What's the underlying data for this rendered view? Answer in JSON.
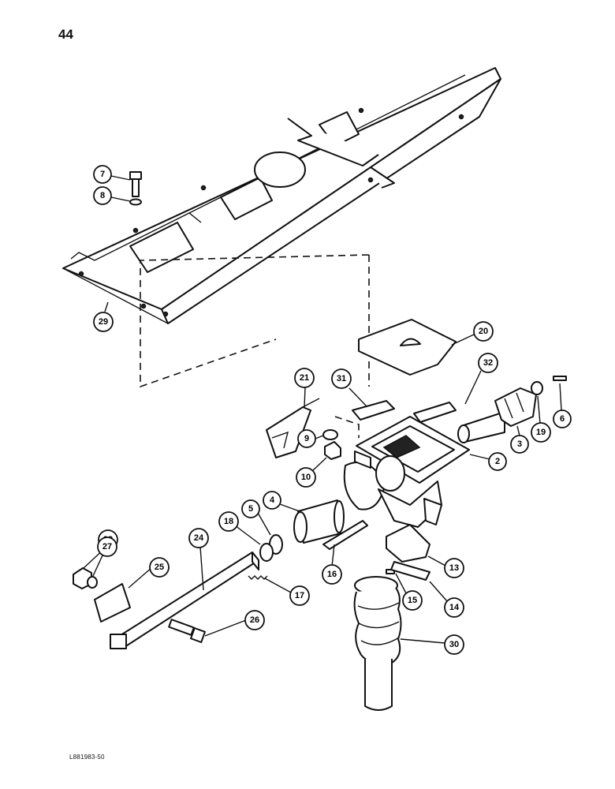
{
  "page": {
    "number": "44",
    "figure_code": "L881983-50"
  },
  "callouts": [
    {
      "id": "c7",
      "text": "7"
    },
    {
      "id": "c8",
      "text": "8"
    },
    {
      "id": "c29",
      "text": "29"
    },
    {
      "id": "c20",
      "text": "20"
    },
    {
      "id": "c21",
      "text": "21"
    },
    {
      "id": "c31",
      "text": "31"
    },
    {
      "id": "c32",
      "text": "32"
    },
    {
      "id": "c6",
      "text": "6"
    },
    {
      "id": "c19",
      "text": "19"
    },
    {
      "id": "c3",
      "text": "3"
    },
    {
      "id": "c2",
      "text": "2"
    },
    {
      "id": "c9",
      "text": "9"
    },
    {
      "id": "c10",
      "text": "10"
    },
    {
      "id": "c4",
      "text": "4"
    },
    {
      "id": "c5",
      "text": "5"
    },
    {
      "id": "c18",
      "text": "18"
    },
    {
      "id": "c24",
      "text": "24"
    },
    {
      "id": "c28",
      "text": "28"
    },
    {
      "id": "c27",
      "text": "27"
    },
    {
      "id": "c25",
      "text": "25"
    },
    {
      "id": "c16",
      "text": "16"
    },
    {
      "id": "c17",
      "text": "17"
    },
    {
      "id": "c13",
      "text": "13"
    },
    {
      "id": "c15",
      "text": "15"
    },
    {
      "id": "c14",
      "text": "14"
    },
    {
      "id": "c26",
      "text": "26"
    },
    {
      "id": "c30",
      "text": "30"
    }
  ]
}
